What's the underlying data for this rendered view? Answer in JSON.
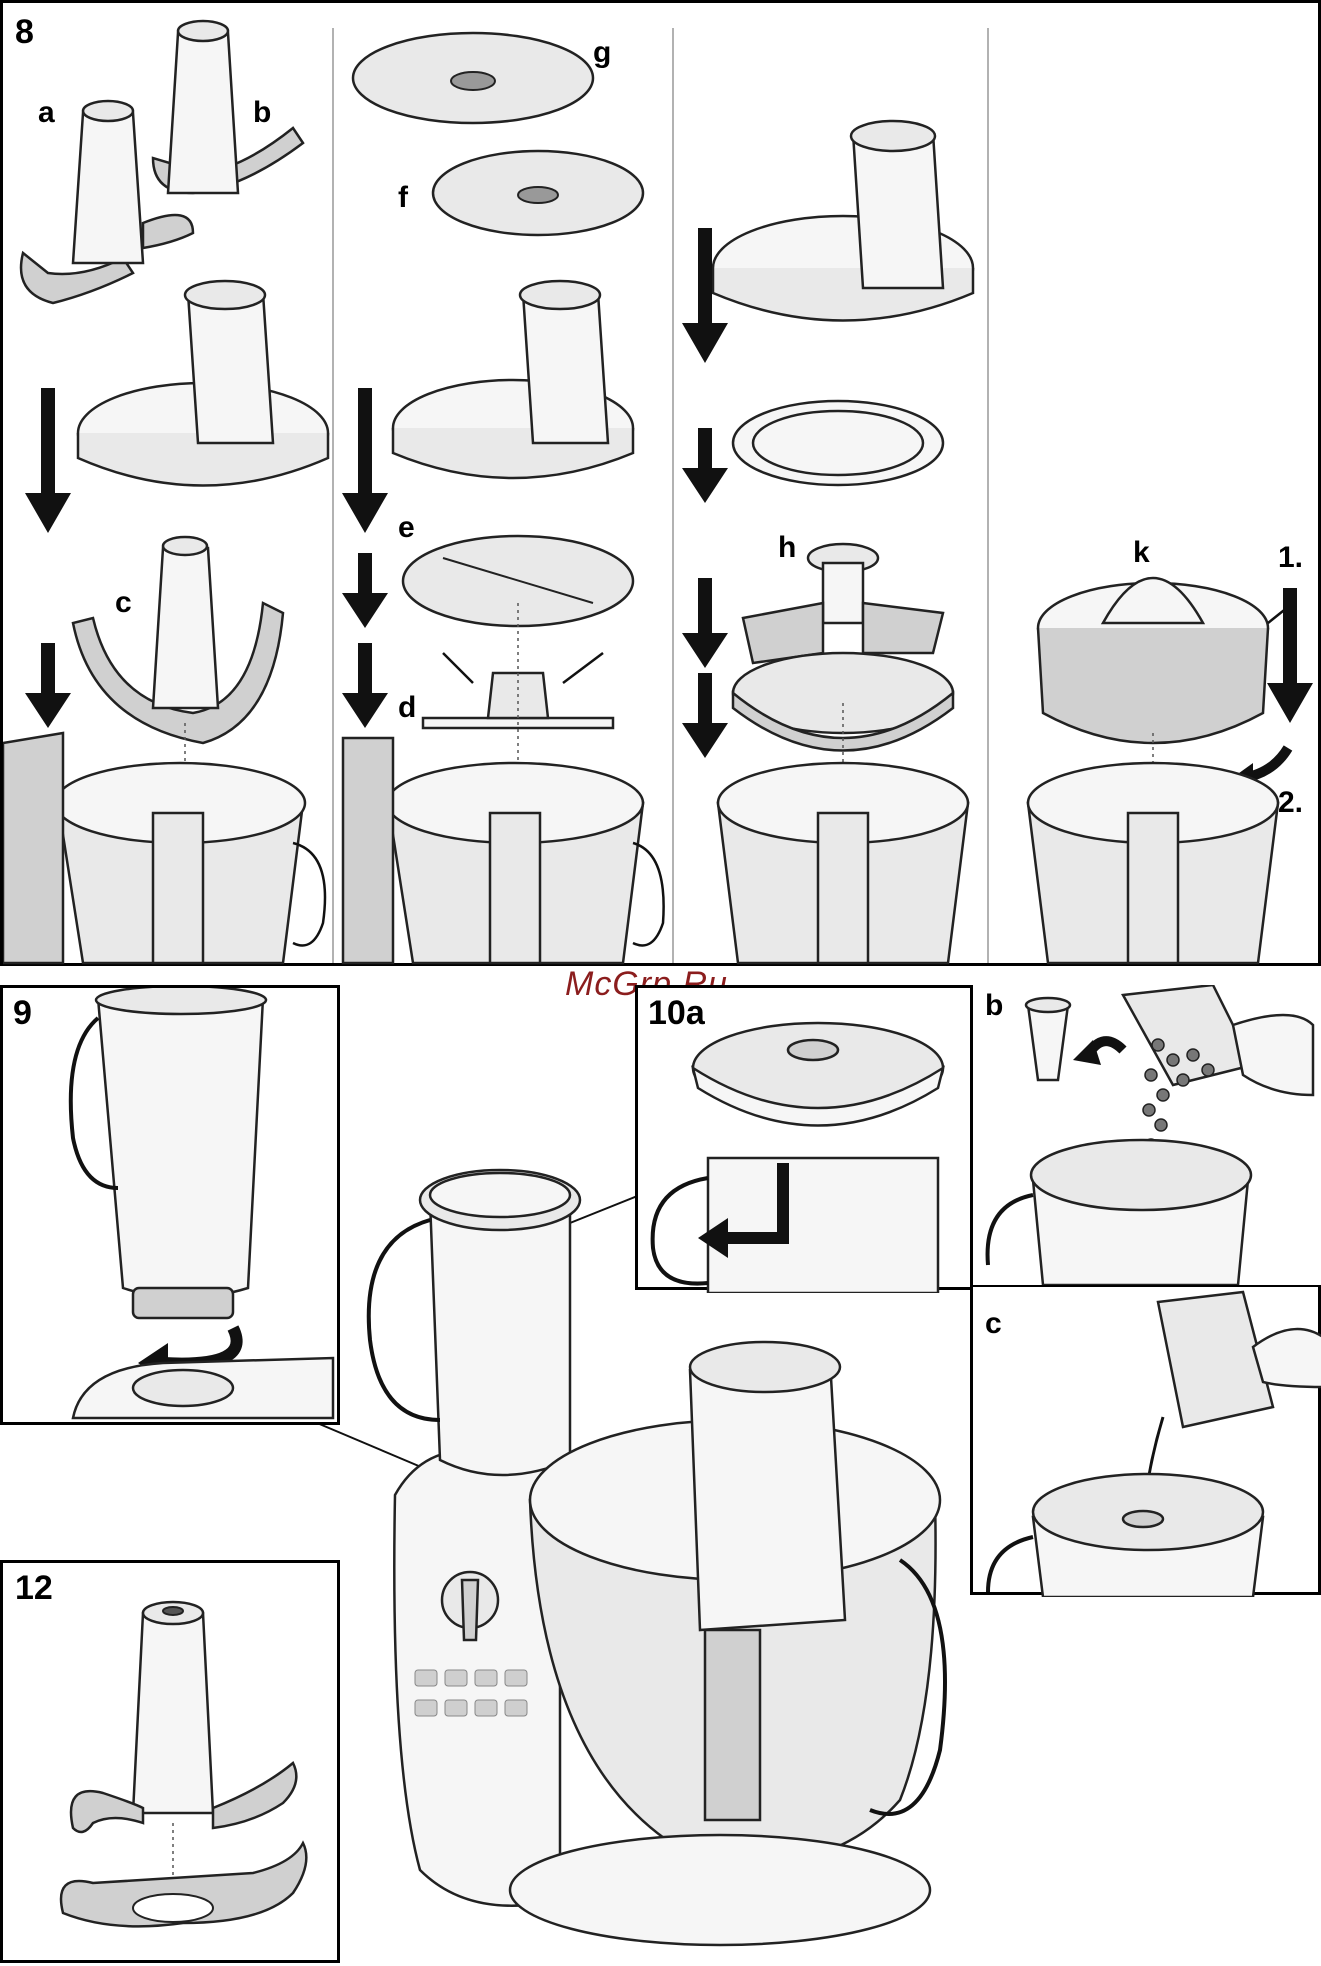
{
  "watermark": "McGrp.Ru",
  "fig8": {
    "number": "8",
    "labels": {
      "a": "a",
      "b": "b",
      "c": "c",
      "d": "d",
      "e": "e",
      "f": "f",
      "g": "g",
      "h": "h",
      "k": "k"
    },
    "steps": {
      "first": "1.",
      "second": "2."
    }
  },
  "fig9": {
    "number": "9"
  },
  "fig10": {
    "number": "10a",
    "b": "b",
    "c": "c"
  },
  "fig12": {
    "number": "12"
  },
  "colors": {
    "line": "#111111",
    "fill_light": "#e9e9e9",
    "fill_mid": "#d0d0d0",
    "watermark": "#8b1d1d"
  }
}
